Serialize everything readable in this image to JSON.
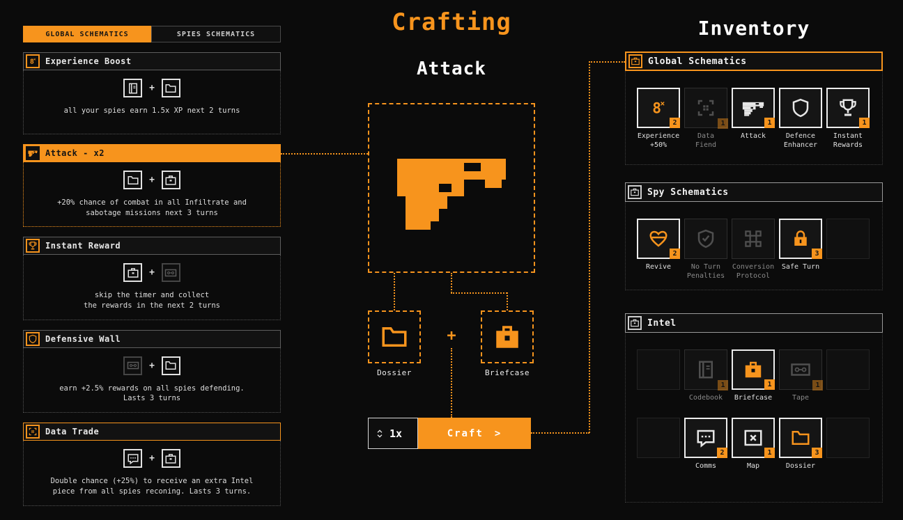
{
  "colors": {
    "accent": "#f7941d",
    "background": "#0b0b0b"
  },
  "plus_sign": "+",
  "crafting": {
    "title": "Crafting",
    "selected_name": "Attack",
    "ingredient_1": {
      "label": "Dossier",
      "icon": "dossier-icon"
    },
    "ingredient_2": {
      "label": "Briefcase",
      "icon": "briefcase-icon"
    },
    "quantity": "1x",
    "craft_button": "Craft",
    "craft_arrow": ">"
  },
  "schematics_panel": {
    "tabs": [
      {
        "label": "GLOBAL SCHEMATICS",
        "active": true
      },
      {
        "label": "SPIES SCHEMATICS",
        "active": false
      }
    ],
    "recipes": [
      {
        "name": "Experience Boost",
        "icon": "experience-icon",
        "ingredients": [
          "codebook",
          "dossier"
        ],
        "desc": "all your spies earn 1.5x XP next 2 turns",
        "selected": false
      },
      {
        "name": "Attack - x2",
        "icon": "gun-icon",
        "ingredients": [
          "dossier",
          "briefcase"
        ],
        "desc": "+20% chance of combat in all Infiltrate and\nsabotage missions next 3 turns",
        "selected": true
      },
      {
        "name": "Instant Reward",
        "icon": "trophy-icon",
        "ingredients": [
          "briefcase",
          "tape"
        ],
        "desc": "skip the timer and collect\nthe rewards in the next 2 turns",
        "selected": false
      },
      {
        "name": "Defensive Wall",
        "icon": "shield-icon",
        "ingredients": [
          "tape",
          "dossier"
        ],
        "desc": "earn +2.5% rewards on all spies defending.\nLasts 3 turns",
        "selected": false
      },
      {
        "name": "Data Trade",
        "icon": "data-icon",
        "ingredients": [
          "comms",
          "briefcase"
        ],
        "desc": "Double chance (+25%) to receive an extra Intel\npiece from all spies reconing. Lasts 3 turns.",
        "selected": false
      }
    ]
  },
  "inventory": {
    "title": "Inventory",
    "sections": [
      {
        "title": "Global Schematics",
        "items": [
          {
            "label": "Experience\n+50%",
            "count": "2",
            "state": "active"
          },
          {
            "label": "Data\nFiend",
            "count": "1",
            "state": "dim"
          },
          {
            "label": "Attack",
            "count": "1",
            "state": "active"
          },
          {
            "label": "Defence\nEnhancer",
            "state": "active"
          },
          {
            "label": "Instant\nRewards",
            "count": "1",
            "state": "active"
          }
        ]
      },
      {
        "title": "Spy Schematics",
        "items": [
          {
            "label": "Revive",
            "count": "2",
            "state": "active"
          },
          {
            "label": "No Turn\nPenalties",
            "state": "dim"
          },
          {
            "label": "Conversion\nProtocol",
            "state": "dim"
          },
          {
            "label": "Safe Turn",
            "count": "3",
            "state": "active"
          },
          {
            "label": "",
            "state": "empty"
          }
        ]
      },
      {
        "title": "Intel",
        "rows": [
          [
            {
              "label": "",
              "state": "empty"
            },
            {
              "label": "Codebook",
              "count": "1",
              "state": "dim"
            },
            {
              "label": "Briefcase",
              "count": "1",
              "state": "active"
            },
            {
              "label": "Tape",
              "count": "1",
              "state": "dim"
            },
            {
              "label": "",
              "state": "empty"
            }
          ],
          [
            {
              "label": "",
              "state": "empty"
            },
            {
              "label": "Comms",
              "count": "2",
              "state": "active"
            },
            {
              "label": "Map",
              "count": "1",
              "state": "active"
            },
            {
              "label": "Dossier",
              "count": "3",
              "state": "active"
            },
            {
              "label": "",
              "state": "empty"
            }
          ]
        ]
      }
    ]
  }
}
